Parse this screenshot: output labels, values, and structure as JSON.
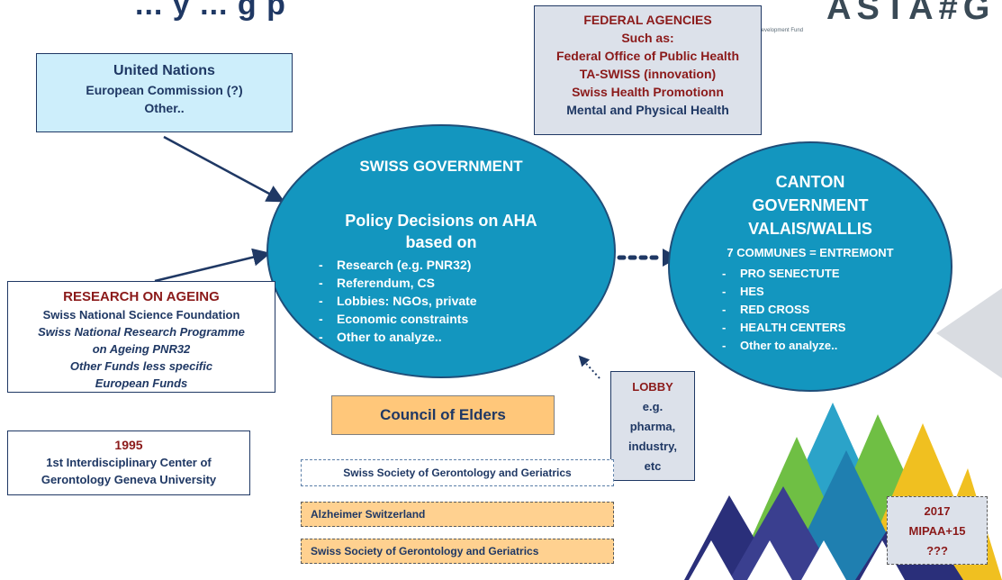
{
  "header": {
    "title_fragment": "... y ... g p",
    "logo_text": "ASTA#G",
    "logo_subtitle": "...al Development Fund"
  },
  "colors": {
    "ellipse_fill": "#1396bf",
    "ellipse_border": "#1f4e79",
    "box_light_blue": "#cdeefb",
    "box_grey_blue": "#dce1ea",
    "box_orange": "#ffd190",
    "dark_text": "#1f3864",
    "red_text": "#8b1a1a"
  },
  "un_box": {
    "title": "United Nations",
    "line1": "European Commission (?)",
    "line2": "Other.."
  },
  "federal_box": {
    "title": "FEDERAL AGENCIES",
    "subtitle": "Such as:",
    "item1": "Federal Office of Public Health",
    "item2": "TA-SWISS (innovation)",
    "item3": "Swiss Health Promotionn",
    "item4": "Mental and Physical Health"
  },
  "swiss_gov": {
    "title": "SWISS GOVERNMENT",
    "heading1": "Policy Decisions on AHA",
    "heading2": "based on",
    "items": [
      "Research (e.g. PNR32)",
      "Referendum, CS",
      "Lobbies: NGOs, private",
      "Economic constraints",
      "Other to analyze.."
    ]
  },
  "canton_gov": {
    "line1": "CANTON",
    "line2": "GOVERNMENT",
    "line3": "VALAIS/WALLIS",
    "subtitle": "7 COMMUNES = ENTREMONT",
    "items": [
      "PRO SENECTUTE",
      "HES",
      "RED CROSS",
      "HEALTH CENTERS",
      "Other to analyze.."
    ]
  },
  "research_box": {
    "title": "RESEARCH ON AGEING",
    "line1": "Swiss National Science Foundation",
    "line2": "Swiss National Research Programme",
    "line3": "on Ageing PNR32",
    "line4": "Other Funds less specific",
    "line5": "European Funds"
  },
  "year_box": {
    "year": "1995",
    "line1": "1st Interdisciplinary Center of",
    "line2": "Gerontology  Geneva University"
  },
  "council_box": {
    "label": "Council of Elders"
  },
  "lobby_box": {
    "title": "LOBBY",
    "line1": "e.g.",
    "line2": "pharma,",
    "line3": "industry,",
    "line4": "etc"
  },
  "society_boxes": [
    "Swiss Society of Gerontology and Geriatrics",
    "Alzheimer Switzerland",
    "Swiss Society of Gerontology and Geriatrics"
  ],
  "mipaa_box": {
    "year": "2017",
    "line1": "MIPAA+15",
    "line2": "???"
  }
}
